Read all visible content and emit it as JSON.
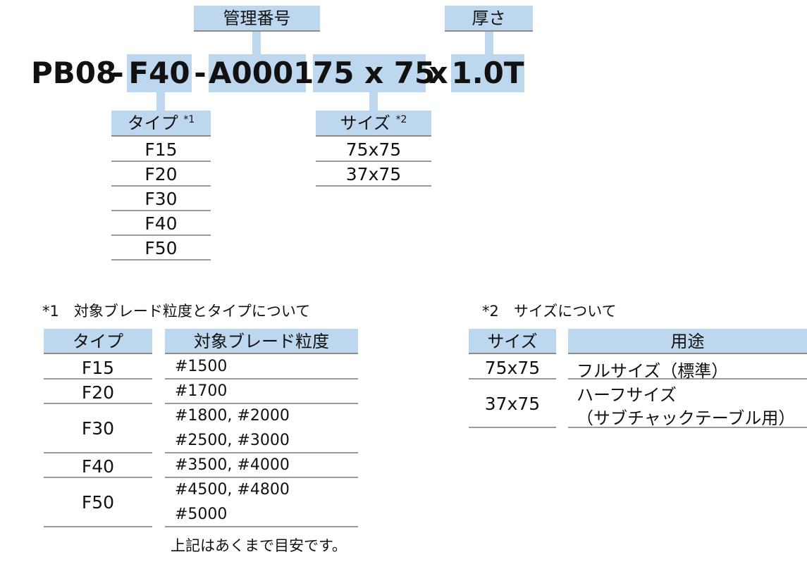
{
  "code": {
    "prefix": "PB08",
    "dash1": "-",
    "type": "F40",
    "dash2": "-",
    "mgmt": "A0001",
    "size": "75 x 75",
    "times": "x",
    "thickness": "1.0T"
  },
  "labels": {
    "mgmt": "管理番号",
    "thickness": "厚さ",
    "type": "タイプ",
    "type_note": "*1",
    "size": "サイズ",
    "size_note": "*2"
  },
  "type_options": [
    "F15",
    "F20",
    "F30",
    "F40",
    "F50"
  ],
  "size_options": [
    "75x75",
    "37x75"
  ],
  "note1": {
    "title": "*1　対象ブレード粒度とタイプについて",
    "headers": [
      "タイプ",
      "対象ブレード粒度"
    ],
    "rows": [
      {
        "type": "F15",
        "grit": [
          "#1500"
        ]
      },
      {
        "type": "F20",
        "grit": [
          "#1700"
        ]
      },
      {
        "type": "F30",
        "grit": [
          "#1800, #2000",
          "#2500, #3000"
        ]
      },
      {
        "type": "F40",
        "grit": [
          "#3500, #4000"
        ]
      },
      {
        "type": "F50",
        "grit": [
          "#4500, #4800",
          "#5000"
        ]
      }
    ],
    "footnote": "上記はあくまで目安です。"
  },
  "note2": {
    "title": "*2　サイズについて",
    "headers": [
      "サイズ",
      "用途"
    ],
    "rows": [
      {
        "size": "75x75",
        "use": [
          "フルサイズ（標準）"
        ]
      },
      {
        "size": "37x75",
        "use": [
          "ハーフサイズ",
          "（サブチャックテーブル用）"
        ]
      }
    ]
  }
}
